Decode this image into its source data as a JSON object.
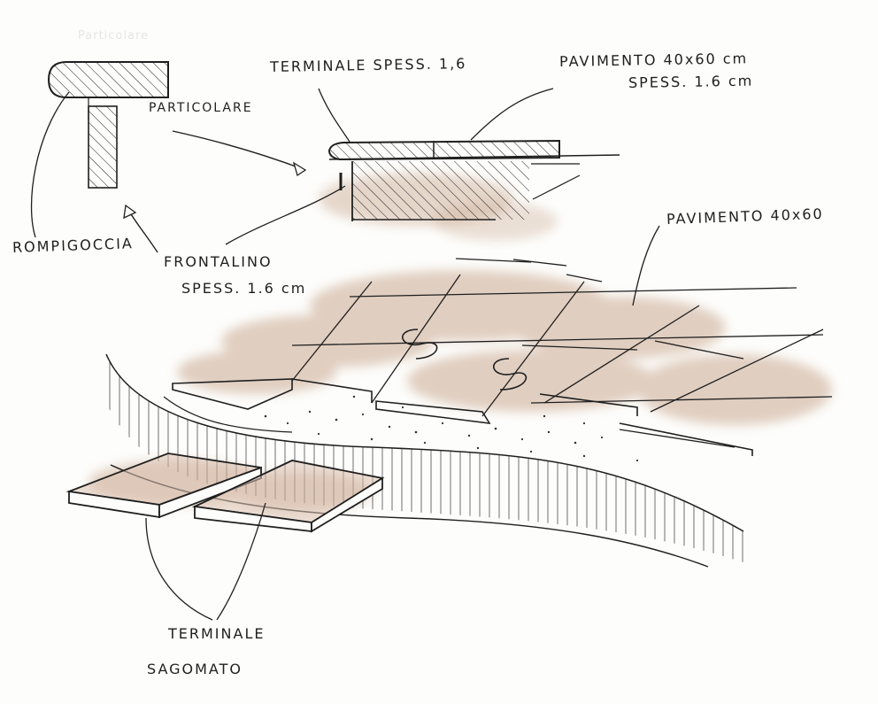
{
  "diagram": {
    "faint_corner_text": "Particolare",
    "labels": {
      "rompigoccia": "ROMPIGOCCIA",
      "particolare": "PARTICOLARE",
      "terminale_spess": "TERMINALE SPESS. 1,6",
      "pavimento_top_line1": "PAVIMENTO 40x60 cm",
      "pavimento_top_line2": "SPESS. 1.6 cm",
      "frontalino_line1": "FRONTALINO",
      "frontalino_line2": "SPESS. 1.6 cm",
      "pavimento_40x60": "PAVIMENTO 40x60",
      "terminale_sagomato_line1": "TERMINALE",
      "terminale_sagomato_line2": "SAGOMATO"
    },
    "colors": {
      "ink": "#1f1f1f",
      "wash": "#c9a890",
      "wash_light": "#dcc3b2",
      "paper": "#fdfdfb"
    }
  }
}
